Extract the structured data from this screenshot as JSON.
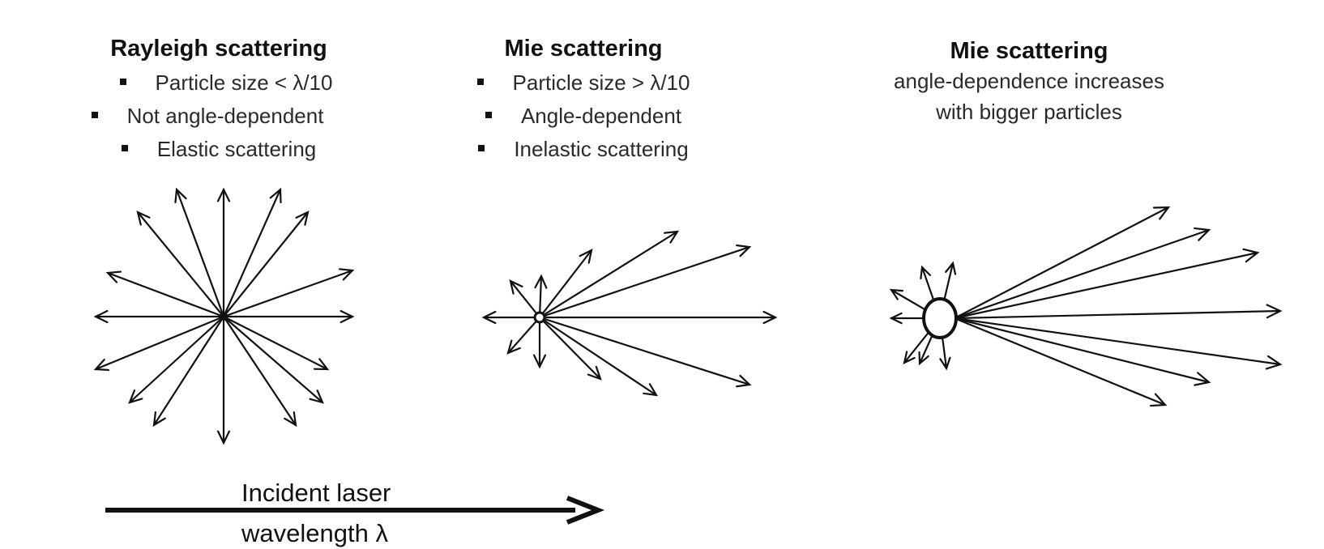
{
  "panels": {
    "rayleigh": {
      "title": "Rayleigh scattering",
      "bullets": [
        "Particle size < λ/10",
        "Not angle-dependent",
        "Elastic scattering"
      ]
    },
    "mie_small": {
      "title": "Mie scattering",
      "bullets": [
        "Particle size > λ/10",
        "Angle-dependent",
        "Inelastic scattering"
      ]
    },
    "mie_large": {
      "title": "Mie scattering",
      "subtitle_line1": "angle-dependence increases",
      "subtitle_line2": "with bigger particles"
    }
  },
  "incident": {
    "line1": "Incident laser",
    "line2": "wavelength λ"
  },
  "colors": {
    "ink": "#111111",
    "text": "#2a2a2a",
    "background": "#ffffff"
  }
}
